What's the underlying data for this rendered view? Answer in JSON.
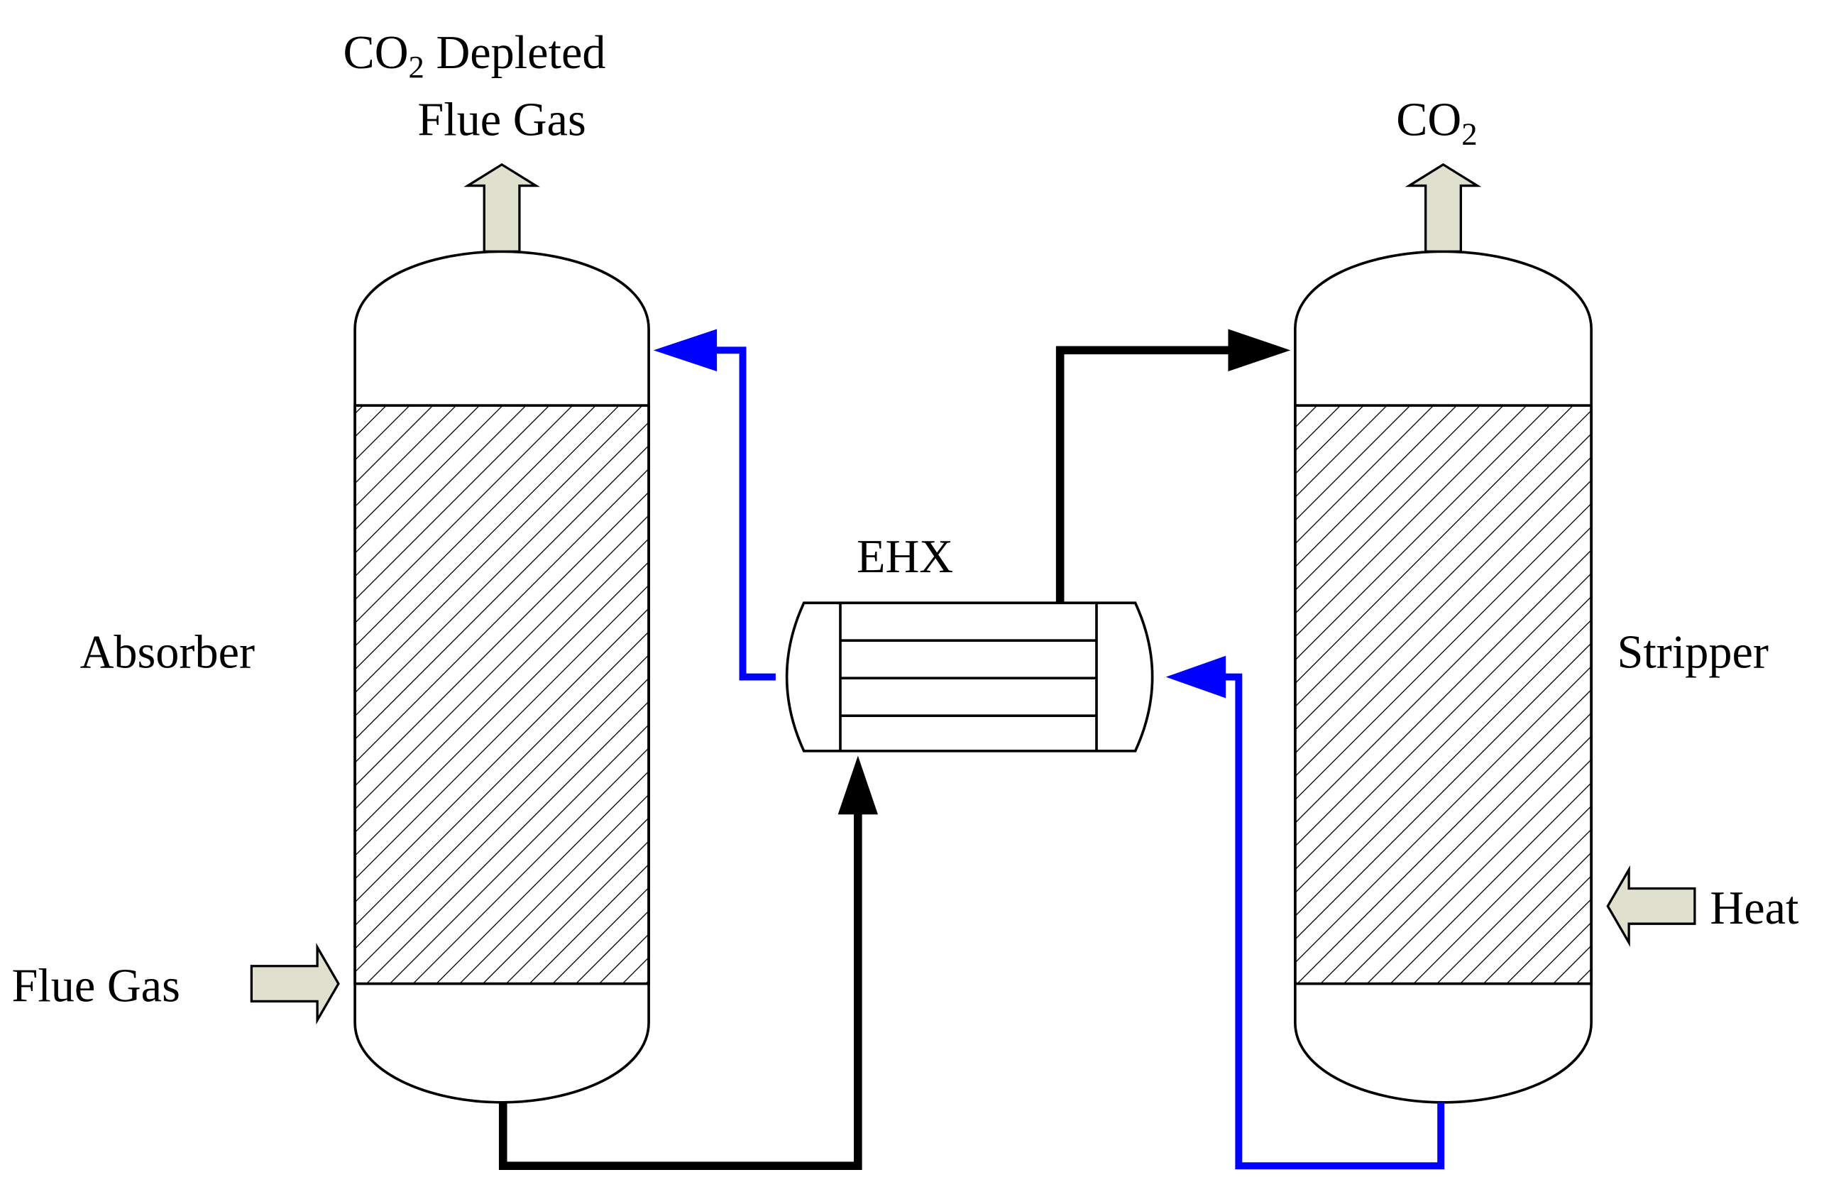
{
  "labels": {
    "co2_depleted_prefix": "CO",
    "co2_depleted_sub": "2",
    "co2_depleted_suffix": " Depleted",
    "flue_gas_top": "Flue Gas",
    "co2_prefix": "CO",
    "co2_sub": "2",
    "absorber": "Absorber",
    "stripper": "Stripper",
    "ehx": "EHX",
    "flue_gas_in": "Flue Gas",
    "heat": "Heat"
  },
  "colors": {
    "rich_line": "#000000",
    "lean_line": "#0000ff",
    "arrow_fill": "#e0e0cf",
    "outline": "#000000",
    "hatch": "#000000"
  },
  "icons": {
    "feed_arrows": "block-arrow",
    "packing": "diagonal-hatch"
  }
}
